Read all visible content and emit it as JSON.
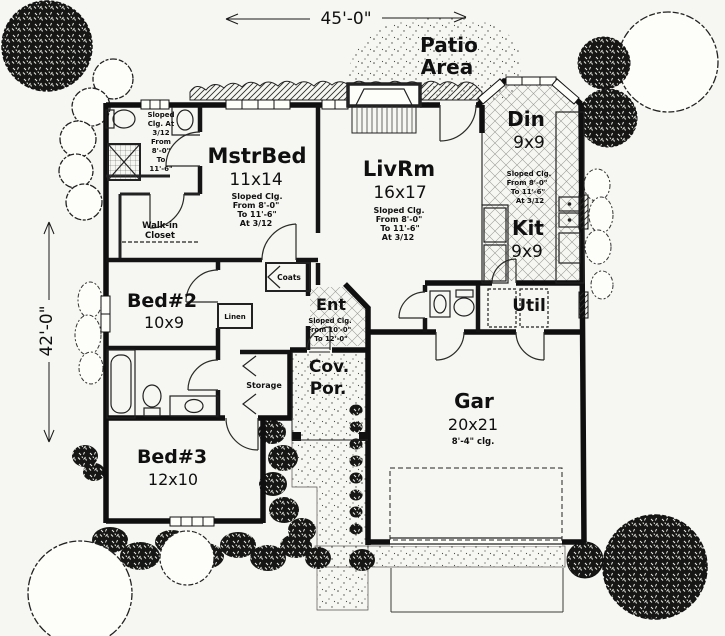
{
  "site": {
    "width_dim": "45'-0\"",
    "height_dim": "42'-0\"",
    "patio": [
      "Patio",
      "Area"
    ]
  },
  "rooms": {
    "mstrbed": {
      "name": "MstrBed",
      "size": "11x14",
      "note": [
        "Sloped Clg.",
        "From 8'-0\"",
        "To 11'-6\"",
        "At 3/12"
      ]
    },
    "mstr_bath_note": [
      "Sloped",
      "Clg. At",
      "3/12",
      "From",
      "8'-0\"",
      "To",
      "11'-6\""
    ],
    "walkin": {
      "line1": "Walk-in",
      "line2": "Closet"
    },
    "bed2": {
      "name": "Bed#2",
      "size": "10x9"
    },
    "linen": {
      "name": "Linen"
    },
    "coats": {
      "name": "Coats"
    },
    "storage": {
      "name": "Storage"
    },
    "bed3": {
      "name": "Bed#3",
      "size": "12x10"
    },
    "ent": {
      "name": "Ent",
      "note": [
        "Sloped Clg.",
        "From 10'-0\"",
        "To 12'-0\""
      ]
    },
    "covpor": {
      "line1": "Cov.",
      "line2": "Por."
    },
    "livrm": {
      "name": "LivRm",
      "size": "16x17",
      "note": [
        "Sloped Clg.",
        "From 8'-0\"",
        "To 11'-6\"",
        "At 3/12"
      ]
    },
    "din": {
      "name": "Din",
      "size": "9x9",
      "note": [
        "Sloped Clg.",
        "From 8'-0\"",
        "To 11'-6\"",
        "At 3/12"
      ]
    },
    "kit": {
      "name": "Kit",
      "size": "9x9"
    },
    "util": {
      "name": "Util"
    },
    "gar": {
      "name": "Gar",
      "size": "20x21",
      "note": "8'-4\" clg."
    }
  }
}
